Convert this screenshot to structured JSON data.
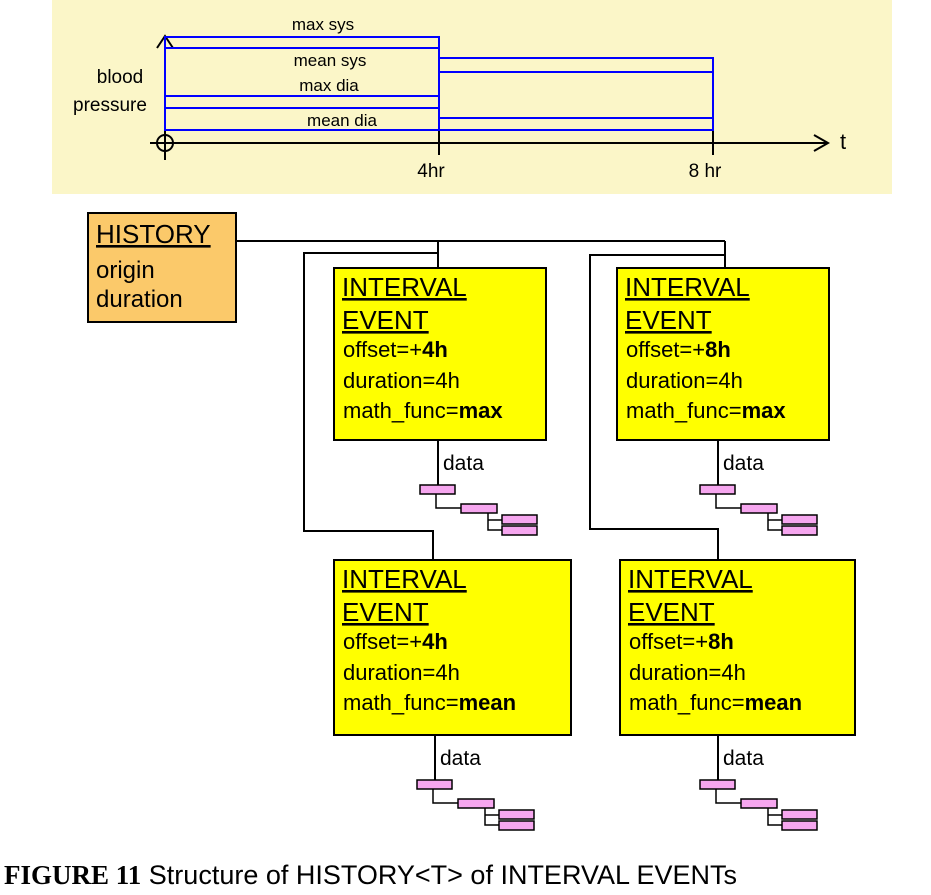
{
  "timeline": {
    "y_label": [
      "blood",
      "pressure"
    ],
    "t_label": "t",
    "ticks": [
      "4hr",
      "8 hr"
    ],
    "series_labels": [
      "max sys",
      "mean sys",
      "max dia",
      "mean dia"
    ]
  },
  "history": {
    "title": "HISTORY",
    "fields": [
      "origin",
      "duration"
    ]
  },
  "events": [
    {
      "title": [
        "INTERVAL",
        "EVENT"
      ],
      "offset_prefix": "offset=+",
      "offset": "4h",
      "duration": "duration=4h",
      "math_prefix": "math_func=",
      "math": "max",
      "data_label": "data"
    },
    {
      "title": [
        "INTERVAL",
        "EVENT"
      ],
      "offset_prefix": "offset=+",
      "offset": "8h",
      "duration": "duration=4h",
      "math_prefix": "math_func=",
      "math": "max",
      "data_label": "data"
    },
    {
      "title": [
        "INTERVAL",
        "EVENT"
      ],
      "offset_prefix": "offset=+",
      "offset": "4h",
      "duration": "duration=4h",
      "math_prefix": "math_func=",
      "math": "mean",
      "data_label": "data"
    },
    {
      "title": [
        "INTERVAL",
        "EVENT"
      ],
      "offset_prefix": "offset=+",
      "offset": "8h",
      "duration": "duration=4h",
      "math_prefix": "math_func=",
      "math": "mean",
      "data_label": "data"
    }
  ],
  "caption": {
    "label": "FIGURE  11",
    "text": "Structure of HISTORY<T> of INTERVAL  EVENTs"
  },
  "colors": {
    "panel_bg": "#fbf6c8",
    "history_fill": "#fbc96a",
    "event_fill": "#ffff00",
    "pink": "#f6a6ef",
    "blue": "#0000ff"
  }
}
